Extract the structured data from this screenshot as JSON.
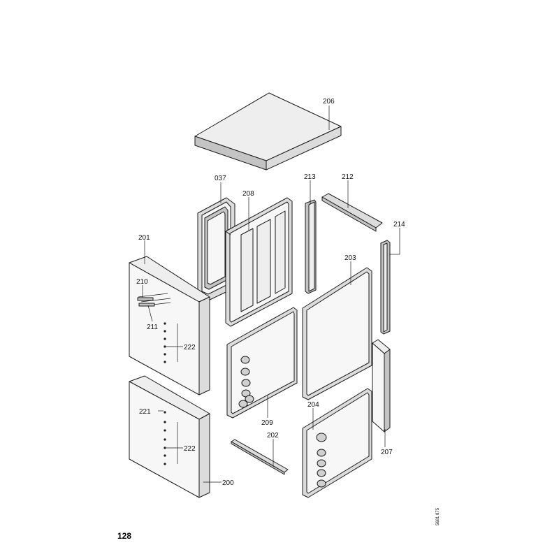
{
  "diagram": {
    "page_number": "128",
    "document_code": "5681 875",
    "part_labels": {
      "p206": "206",
      "p037": "037",
      "p208": "208",
      "p213": "213",
      "p212": "212",
      "p214": "214",
      "p201": "201",
      "p210": "210",
      "p211": "211",
      "p203": "203",
      "p222a": "222",
      "p209": "209",
      "p221": "221",
      "p204": "204",
      "p222b": "222",
      "p202": "202",
      "p207": "207",
      "p200": "200"
    }
  }
}
